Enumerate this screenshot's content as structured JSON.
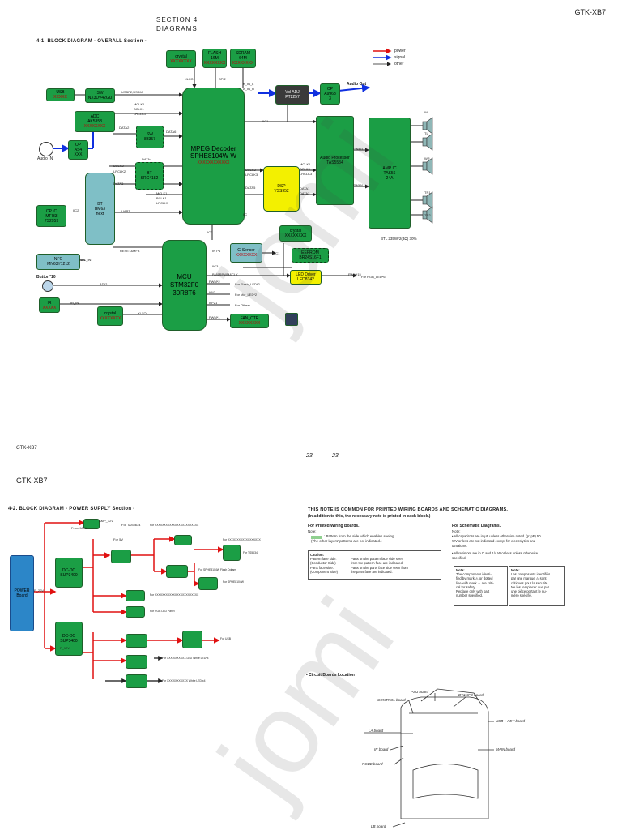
{
  "header": {
    "model_top": "GTK-XB7",
    "section": "SECTION 4",
    "diagrams": "DIAGRAMS",
    "overall_title": "4-1.   BLOCK DIAGRAM - OVERALL Section -"
  },
  "legend": {
    "power": "power",
    "signal": "signal",
    "other": "other",
    "power_color": "#e01010",
    "signal_color": "#1030e0",
    "other_color": "#555555"
  },
  "overall": {
    "blocks": {
      "crystal1": {
        "name": "crystal",
        "part": "XXXXXXXX"
      },
      "flash": {
        "name": "FLASH",
        "sub": "16M",
        "part": "XXXXXXXX"
      },
      "sdram": {
        "name": "SDRAM",
        "sub": "64M",
        "part": "XXXXXXXX"
      },
      "usb": {
        "name": "USB",
        "part": "XXXXX"
      },
      "sw": {
        "name": "SW",
        "part": "NX3DV42GU"
      },
      "adc": {
        "name": "ADC",
        "part": "AK5358",
        "sub": "XXXXXXXX"
      },
      "op1": {
        "name": "OP",
        "part": "AS4",
        "sub": "XXX"
      },
      "sw2": {
        "name": "SW",
        "part": "83357"
      },
      "bt": {
        "name": "BT",
        "part": "SRC4182"
      },
      "mpeg": {
        "name": "MPEG Decoder SPHE8104W W",
        "part": "XXXXXXXXXXXX"
      },
      "vol": {
        "name": "Vol ADJ",
        "part": "PT2257"
      },
      "op2": {
        "name": "OP",
        "part": "A9963",
        "sub": "3"
      },
      "audio_proc": {
        "name": "Audio Processor",
        "part": "TAS5534"
      },
      "amp": {
        "name": "AMP IC",
        "part": "TAS56",
        "sub": "24A"
      },
      "dsp": {
        "name": "DSP",
        "part": "YSS952"
      },
      "crystal2": {
        "name": "crystal",
        "part": "XXXXXXXX"
      },
      "btmod": {
        "name": "BT",
        "part": "BM63",
        "sub": "next"
      },
      "cpic": {
        "name": "CP IC",
        "part": "MFI33",
        "sub": "7S2959"
      },
      "nfc": {
        "name": "NFC",
        "part": "MN63Y1212"
      },
      "mcu": {
        "name": "MCU",
        "part": "STM32F0",
        "sub": "30R8T6"
      },
      "gsensor": {
        "name": "G-Sensor",
        "part": "XXXXXXXX"
      },
      "eeprom": {
        "name": "EEPROM",
        "part": "BR24S16F1"
      },
      "led": {
        "name": "LED Driver",
        "part": "LED8142"
      },
      "ir": {
        "name": "IR",
        "part": "XXXXX"
      },
      "crystal3": {
        "name": "crystal",
        "part": "XXXXXXXX"
      },
      "fan": {
        "name": "FAN_CTR",
        "part": "XXXXXXXX"
      },
      "button": {
        "name": "Button*10"
      },
      "audio_in": {
        "name": "Audio IN"
      },
      "audio_out": {
        "name": "Audio Out"
      }
    },
    "speakers": {
      "wl": "WL",
      "tl": "TL",
      "wr": "WR",
      "tr1": "TR1",
      "tr2": "TR2"
    },
    "btl_note": "BTL 235W*2(3Ω) 30%",
    "signals": {
      "xlxo": "XLXO",
      "spi": "SPI2",
      "usbp": "USBP2,USBM",
      "mclk": "MCLK1",
      "bclk": "BCLK1",
      "lrclk": "LRCLK1",
      "data2": "DATA2",
      "data4": "DATA4",
      "data6": "DATA6",
      "data3": "DATA3",
      "bclk2": "BCLK2",
      "lrclk2": "LRCLK2",
      "iic1": "IIC1",
      "iic2": "IIC2",
      "a_in": "A_IN_L",
      "a_in_r": "A_IN_R",
      "uart": "UART",
      "reset": "RESET&MFB",
      "nfc_in": "NFC_IN",
      "ad": "AD*2",
      "ir_in": "IR_IN",
      "xlxo2": "XLXO",
      "pwm1": "PWM*1",
      "pwm2": "PWM*2",
      "io2": "IO*2",
      "io21": "IO*21",
      "for_flash": "For Flash_LED*2",
      "for_mic": "For Mic_LED*2",
      "for_other": "For Others",
      "for_rgb": "For RGB_LED*6",
      "pwm13": "PWM*15",
      "int": "INT*1",
      "iic3": "IIC3",
      "bm": "BM&RPWM&CLK",
      "pwm_s": "PWM3",
      "pwm4": "PWM4",
      "bclk3": "BCLK3",
      "lrclk3": "LRCLK3",
      "data5": "DATA5",
      "data1": "DATA1",
      "iic": "IIC"
    }
  },
  "footer": {
    "left": "GTK-XB7",
    "p1": "23",
    "p2": "23",
    "model2": "GTK-XB7"
  },
  "power": {
    "title": "4-2.   BLOCK DIAGRAM - POWER SUPPLY Section -",
    "power_board": "POWER Board",
    "dcdc1": {
      "name": "DC-DC",
      "part": "SUP3400"
    },
    "dcdc2": {
      "name": "DC-DC",
      "part": "SUP3400"
    },
    "labels": {
      "p_20v": "P_20V",
      "p_12v": "P_12V",
      "amp_12v": "AMP_12V",
      "from_mcu": "From MCU",
      "for_tas": "For TAS5634",
      "for_amp": "For XXXXXXXXXXXXXXXXXXXXXXXX",
      "for_5v": "For 5V",
      "for_3v": "For XXXXXXXXXXXXXXXXXX",
      "for_ts": "For TS5634",
      "for_led": "For SPHE8104W Flash Ddram",
      "for_mcu": "For SPHE8104W",
      "for_rgb": "For RGB LED Panel",
      "for_usb": "For USB",
      "for_last1": "For XXX XXXXXXX LED White LED*4",
      "for_last2": "For XXX XXXXXXXX White LED x4"
    }
  },
  "common_note": {
    "title": "THIS NOTE IS COMMON FOR PRINTED WIRING BOARDS AND SCHEMATIC DIAGRAMS.",
    "subtitle": "(In addition to this, the necessary note is printed in each block.)",
    "pwb_title": "For Printed Wiring Boards.",
    "pwb_note": "Note:",
    "pwb_line1": ": Pattern from the side which enables seeing.",
    "pwb_line2": "(The other layers' patterns are not indicated.)",
    "caution_title": "Caution:",
    "caution_rows": [
      [
        "Pattern face side:",
        "Parts on the pattern face side seen"
      ],
      [
        "(Conductor Side)",
        "from the pattern face are indicated."
      ],
      [
        "Parts face side:",
        "Parts on the parts face side seen from"
      ],
      [
        "(Component Side)",
        "the parts face are indicated."
      ]
    ],
    "sch_title": "For Schematic Diagrams.",
    "sch_note": "Note:",
    "sch_line1": "• All capacitors are in μF unless otherwise noted. (p: pF) 50",
    "sch_line2": "  WV or less are not indicated except for electrolytics and",
    "sch_line3": "  tantalums.",
    "sch_line4": "• All resistors are in Ω and 1/4 W or less unless otherwise",
    "sch_line5": "  specified.",
    "note_en_title": "Note:",
    "note_en": [
      "The components identi-",
      "fied by mark ⚠ or dotted",
      "line with mark ⚠ are criti-",
      "cal for safety.",
      "Replace only with part",
      "number specified."
    ],
    "note_fr_title": "Note:",
    "note_fr": [
      "Les composants identifiés",
      "par une marque ⚠ sont",
      "critiques pour la sécurité.",
      "Ne les remplacer que par",
      "une pièce portant le nu-",
      "méro spécifié."
    ]
  },
  "board_location": {
    "title": "• Circuit Boards Location",
    "psu": "PSU board",
    "btnfc": "BT&NFC board",
    "control": "CONTROL board",
    "usbkey": "USB + KEY board",
    "la": "LA board",
    "main": "MAIN board",
    "ir": "IR board",
    "rgbe": "RGBE board",
    "lb": "LB board"
  },
  "watermark": "jomi"
}
